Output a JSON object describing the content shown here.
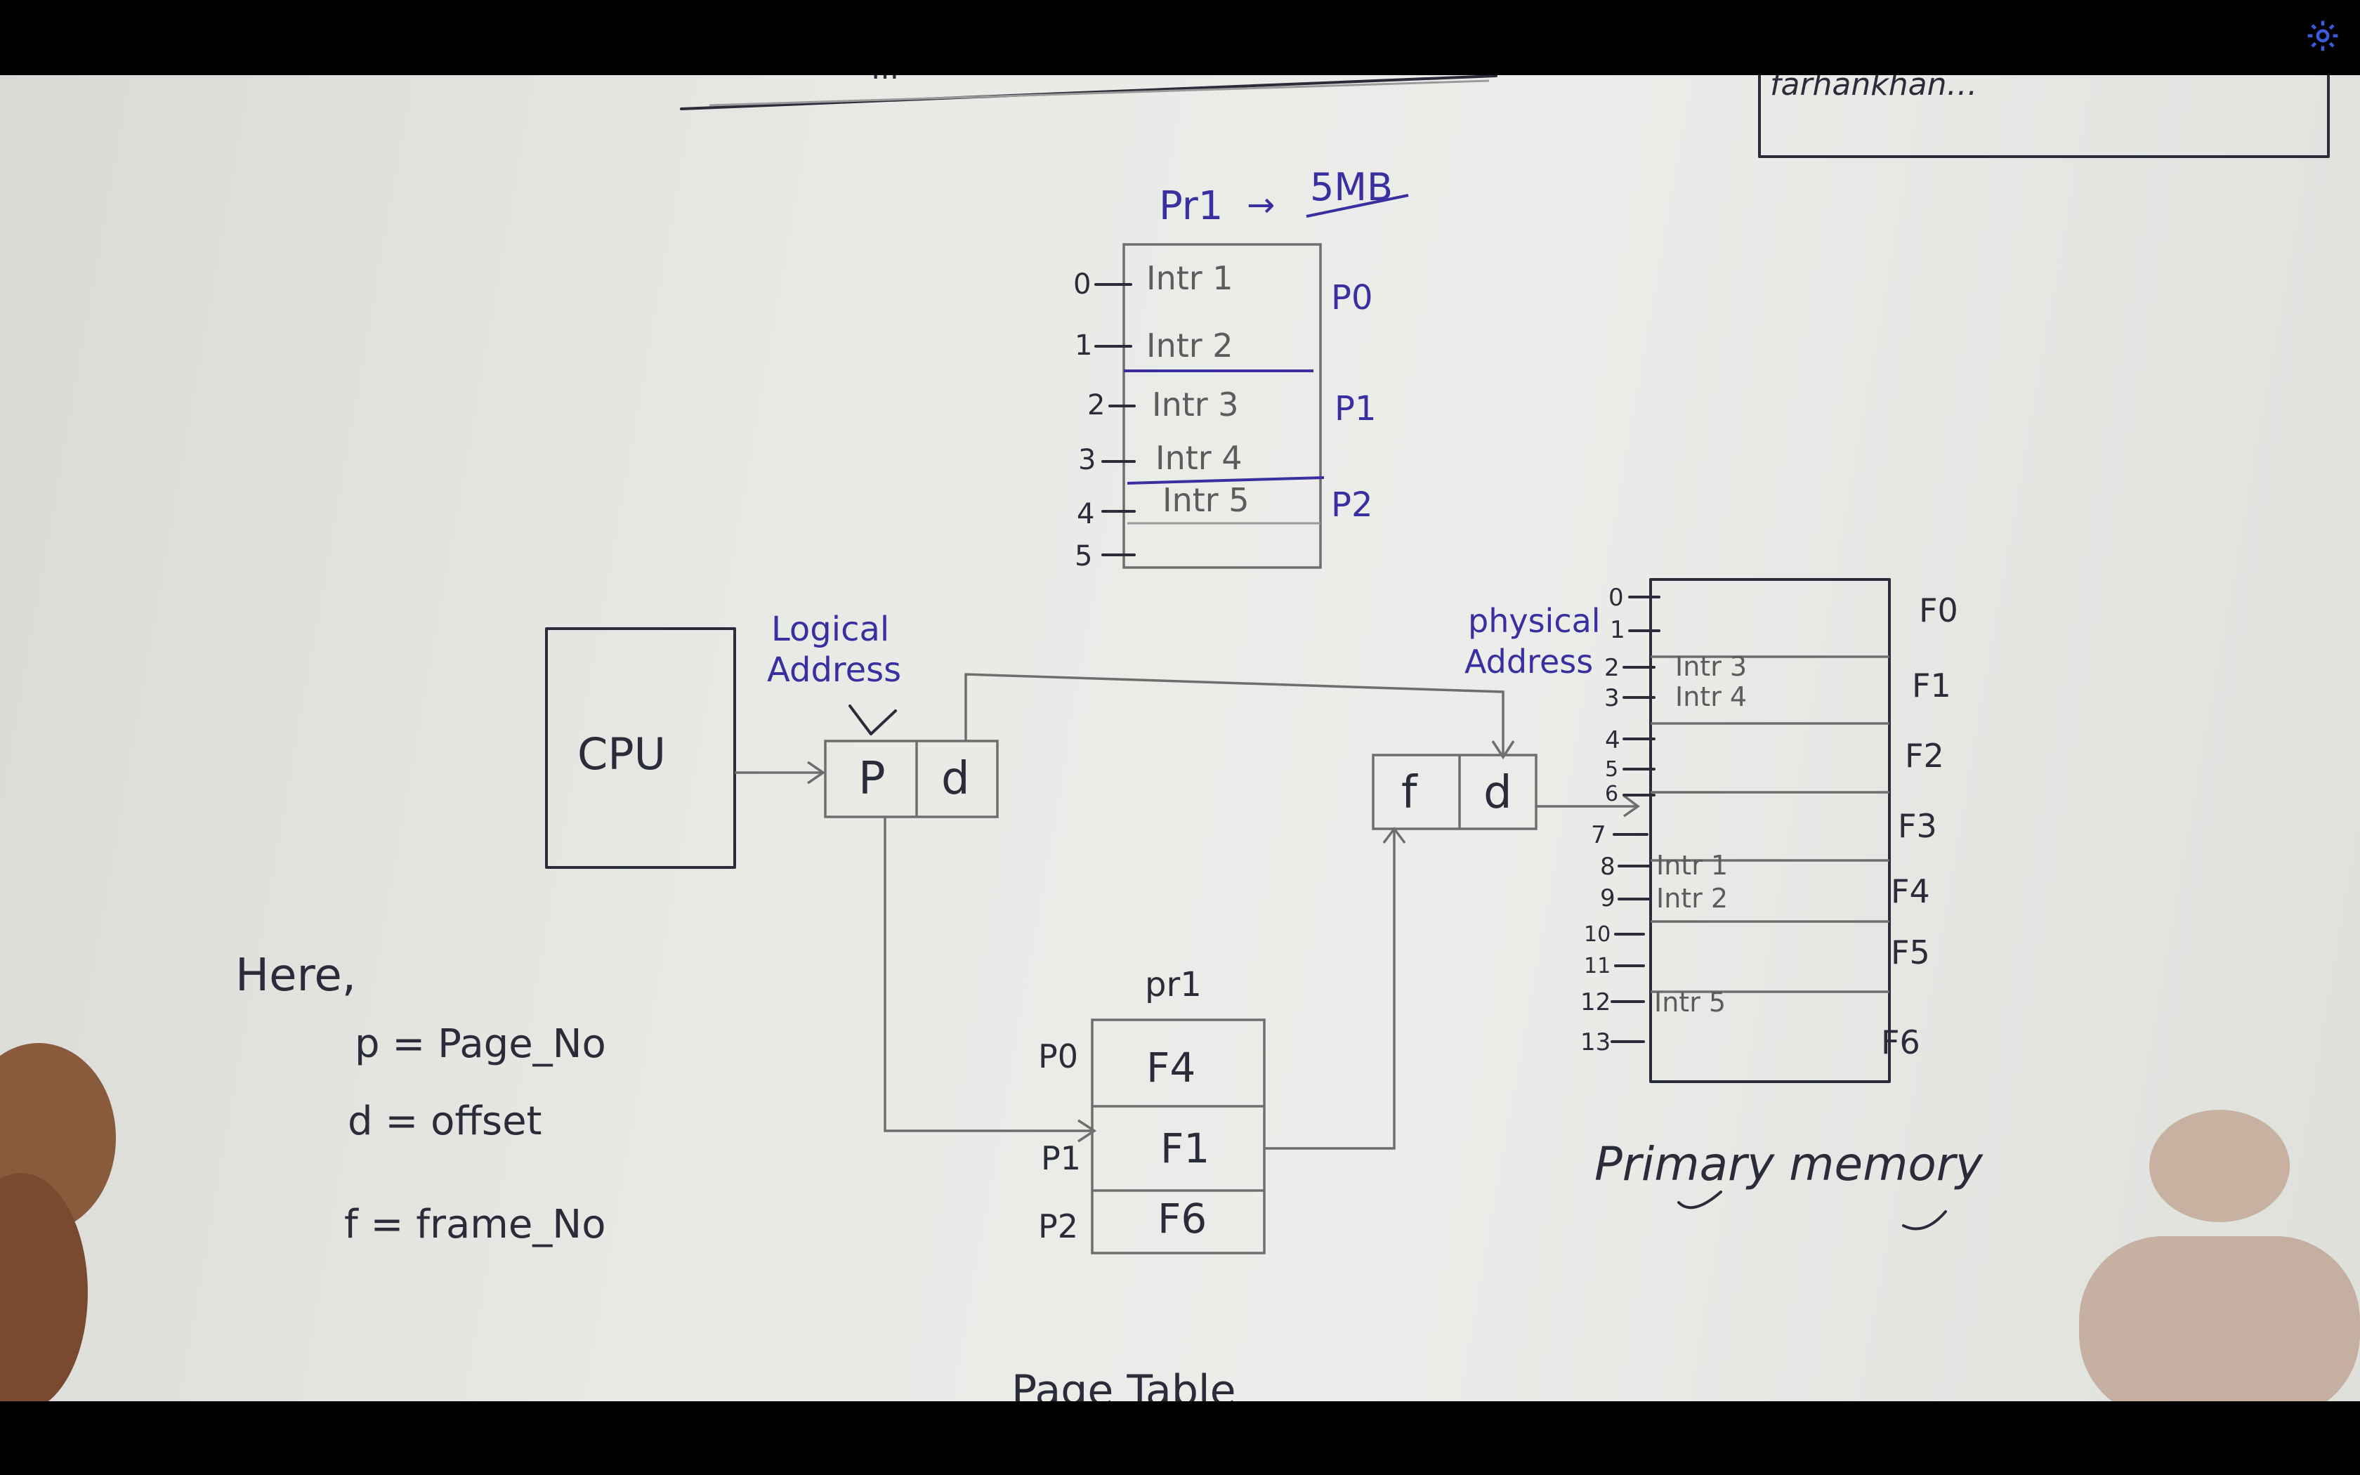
{
  "player": {
    "settings_icon": "gear-icon",
    "accent_color": "#3b5bdb"
  },
  "header_snippet": {
    "left_text": "…",
    "right_text": "farhankhan…"
  },
  "process": {
    "title": "Pr1",
    "arrow": "→",
    "size": "5MB",
    "rows": [
      {
        "index": "0",
        "label": "Intr 1"
      },
      {
        "index": "1",
        "label": "Intr 2"
      },
      {
        "index": "2",
        "label": "Intr 3"
      },
      {
        "index": "3",
        "label": "Intr 4"
      },
      {
        "index": "4",
        "label": "Intr 5"
      },
      {
        "index": "5",
        "label": ""
      }
    ],
    "pages": [
      "P0",
      "P1",
      "P2"
    ]
  },
  "cpu": {
    "label": "CPU"
  },
  "logical_address": {
    "caption_line1": "Logical",
    "caption_line2": "Address",
    "p": "P",
    "d": "d"
  },
  "physical_address": {
    "caption_line1": "physical",
    "caption_line2": "Address",
    "f": "f",
    "d": "d"
  },
  "page_table": {
    "title": "pr1",
    "rows": [
      {
        "page": "P0",
        "frame": "F4"
      },
      {
        "page": "P1",
        "frame": "F1"
      },
      {
        "page": "P2",
        "frame": "F6"
      }
    ],
    "caption": "Page Table"
  },
  "primary_memory": {
    "rows": [
      {
        "index": "0",
        "label": ""
      },
      {
        "index": "1",
        "label": ""
      },
      {
        "index": "2",
        "label": "Intr 3"
      },
      {
        "index": "3",
        "label": "Intr 4"
      },
      {
        "index": "4",
        "label": ""
      },
      {
        "index": "5",
        "label": ""
      },
      {
        "index": "6",
        "label": ""
      },
      {
        "index": "7",
        "label": ""
      },
      {
        "index": "8",
        "label": "Intr 1"
      },
      {
        "index": "9",
        "label": "Intr 2"
      },
      {
        "index": "10",
        "label": ""
      },
      {
        "index": "11",
        "label": ""
      },
      {
        "index": "12",
        "label": "Intr 5"
      },
      {
        "index": "13",
        "label": ""
      }
    ],
    "frames": [
      "F0",
      "F1",
      "F2",
      "F3",
      "F4",
      "F5",
      "F6"
    ],
    "caption": "Primary memory"
  },
  "legend": {
    "heading": "Here,",
    "lines": [
      "p = Page_No",
      "d = offset",
      "f = frame_No"
    ]
  }
}
